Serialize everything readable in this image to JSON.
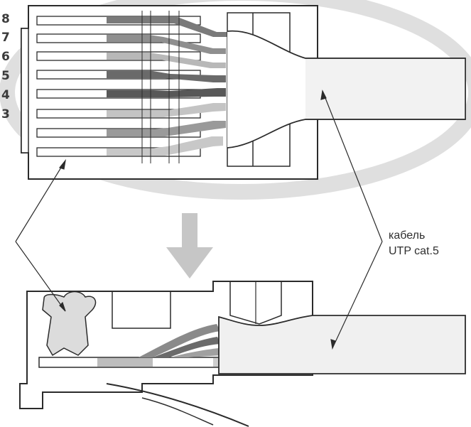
{
  "pin_labels": [
    "8",
    "7",
    "6",
    "5",
    "4",
    "3"
  ],
  "cable_label": {
    "line1": "кабель",
    "line2": "UTP cat.5"
  },
  "colors": {
    "ink": "#2b2b2b",
    "paper": "#ffffff",
    "ellipse": "#d6d6d6",
    "down_arrow": "#c9c9c9",
    "wire_dark": "#6f6f6f",
    "wire_mid": "#8d8d8d",
    "wire_light": "#bdbdbd",
    "jacket": "#e6e6e6",
    "crimp_fill": "#dcdcdc"
  }
}
